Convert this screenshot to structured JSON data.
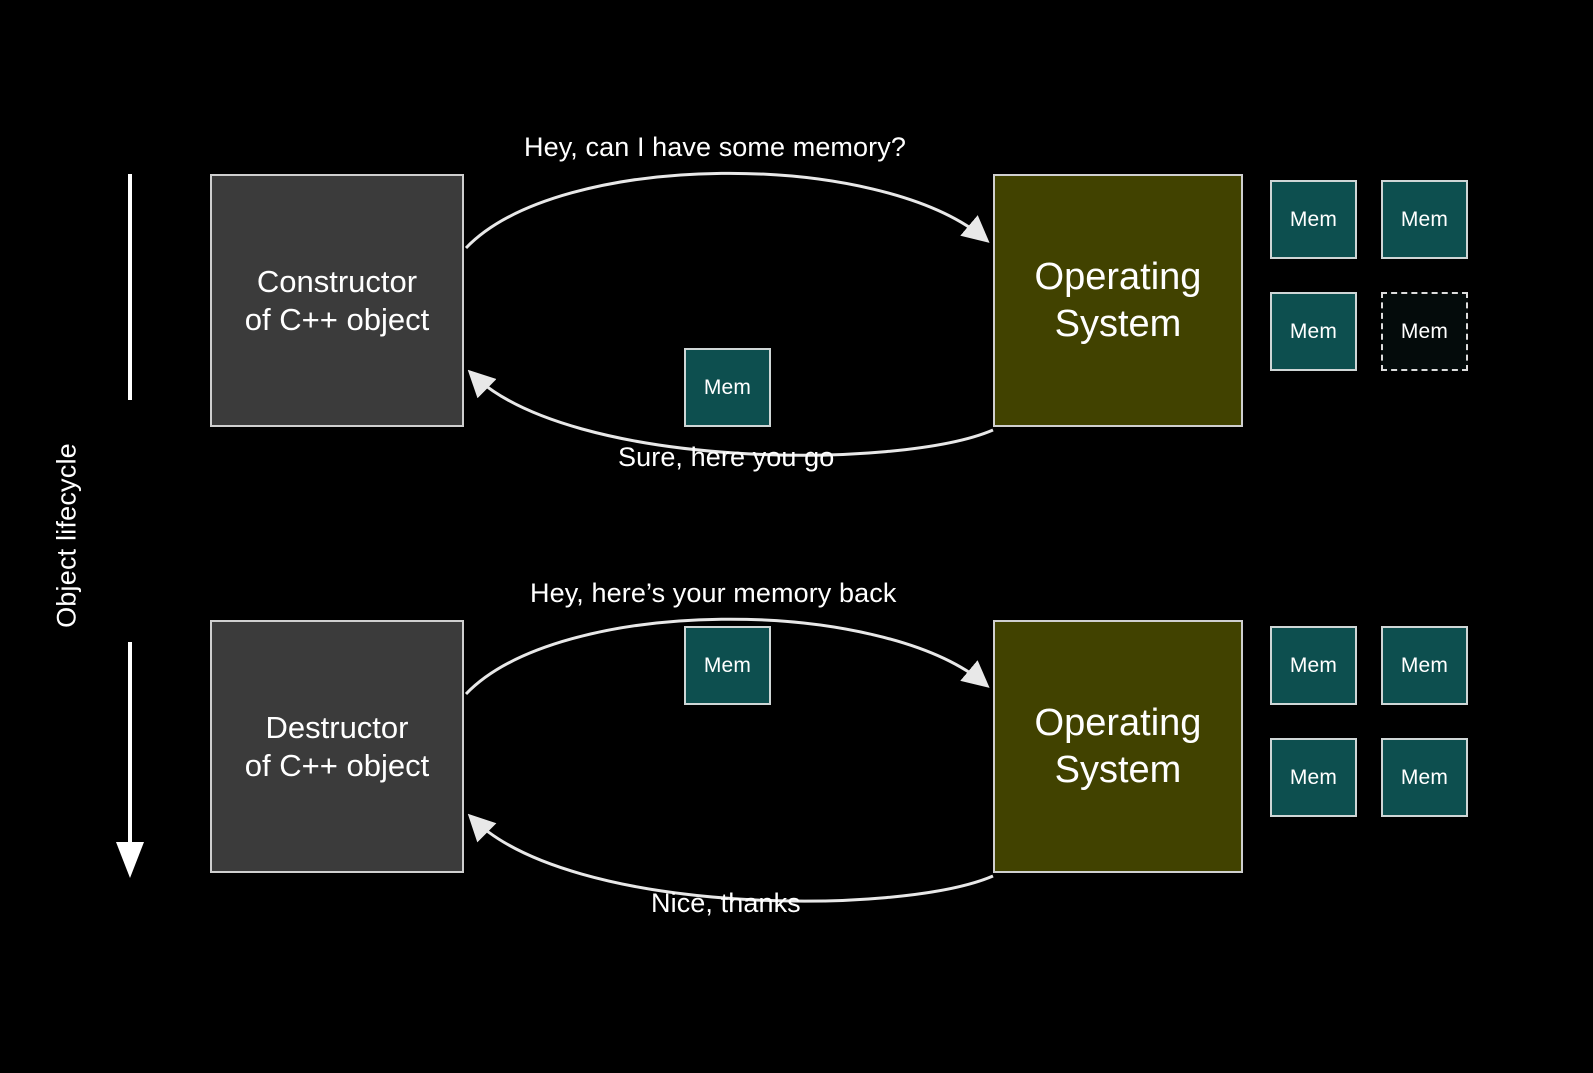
{
  "slide": {
    "background_color": "#000000",
    "axis": {
      "label": "Object lifecycle",
      "direction": "down",
      "color": "#ffffff"
    },
    "colors": {
      "process_gray_fill": "#3b3b3b",
      "process_olive_fill": "#414200",
      "memory_fill": "#0d4f4f",
      "memory_empty_fill": "#040b0b",
      "border": "#cfcfcf",
      "text": "#ffffff"
    },
    "phases": [
      {
        "id": "construction",
        "left_box": {
          "line1": "Constructor",
          "line2": "of C++ object"
        },
        "right_box": {
          "line1": "Operating",
          "line2": "System"
        },
        "request_label": "Hey, can I have some memory?",
        "reply_label": "Sure, here you go",
        "transit_memory_label": "Mem",
        "memory_pool": [
          {
            "label": "Mem",
            "state": "allocated"
          },
          {
            "label": "Mem",
            "state": "allocated"
          },
          {
            "label": "Mem",
            "state": "allocated"
          },
          {
            "label": "Mem",
            "state": "free"
          }
        ]
      },
      {
        "id": "destruction",
        "left_box": {
          "line1": "Destructor",
          "line2": "of C++ object"
        },
        "right_box": {
          "line1": "Operating",
          "line2": "System"
        },
        "request_label": "Hey, here’s your memory back",
        "reply_label": "Nice, thanks",
        "transit_memory_label": "Mem",
        "memory_pool": [
          {
            "label": "Mem",
            "state": "allocated"
          },
          {
            "label": "Mem",
            "state": "allocated"
          },
          {
            "label": "Mem",
            "state": "allocated"
          },
          {
            "label": "Mem",
            "state": "allocated"
          }
        ]
      }
    ]
  }
}
